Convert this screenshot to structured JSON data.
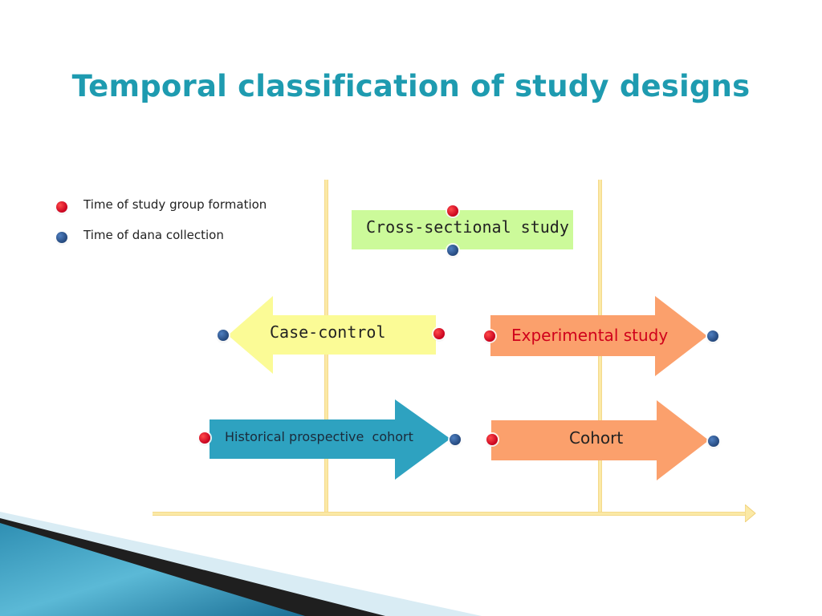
{
  "title": "Temporal classification of study designs",
  "legend": {
    "group_formation": "Time of study group formation",
    "data_collection": "Time of dana collection"
  },
  "studies": {
    "cross_sectional": "Cross-sectional study",
    "case_control": "Case-control",
    "experimental": "Experimental study",
    "historical_prospective": "Historical prospective  cohort",
    "cohort": "Cohort"
  },
  "colors": {
    "title": "#1e9bb0",
    "group_formation_dot": "#d0021b",
    "data_collection_dot": "#2e5a96",
    "cross_sectional_fill": "#ccfa9a",
    "case_control_fill": "#fbfb96",
    "experimental_fill": "#fba06c",
    "historical_prospective_fill": "#2ea2c0",
    "cohort_fill": "#fba06c",
    "timeline": "#fbe9a6",
    "experimental_text": "#d0021b"
  }
}
